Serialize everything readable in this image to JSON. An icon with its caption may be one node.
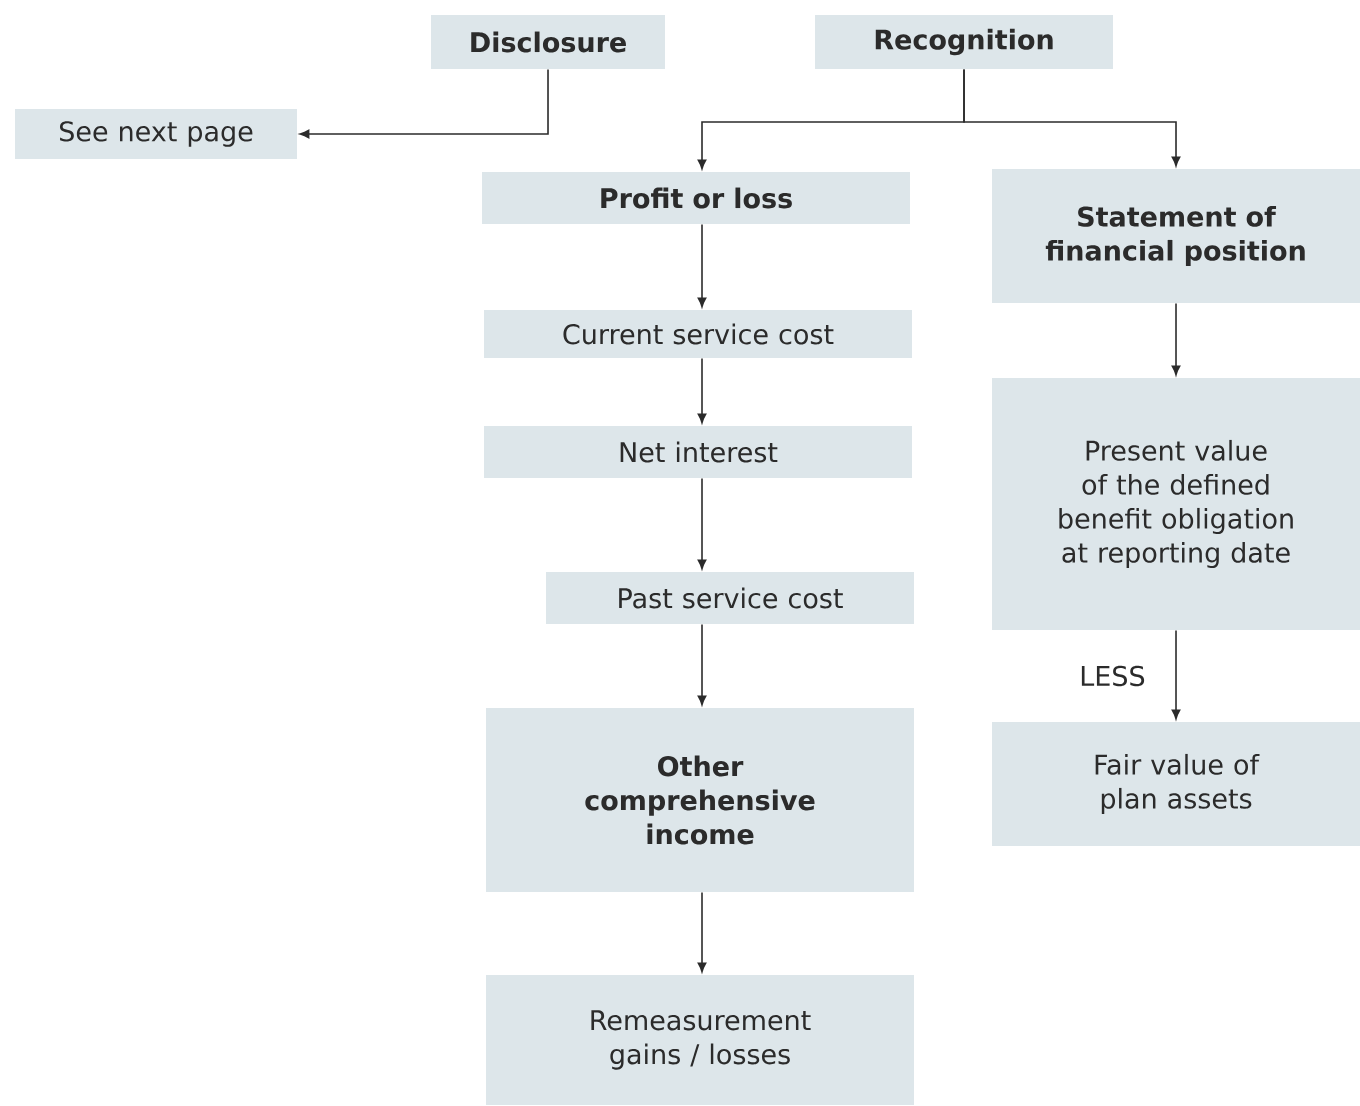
{
  "diagram": {
    "nodes": [
      {
        "text": [
          "Disclosure"
        ]
      },
      {
        "text": [
          "Recognition"
        ]
      },
      {
        "text": [
          "See next page"
        ]
      },
      {
        "text": [
          "Profit or loss"
        ]
      },
      {
        "text": [
          "Statement of financial position"
        ]
      },
      {
        "text": [
          "Current service cost"
        ]
      },
      {
        "text": [
          "Net interest"
        ]
      },
      {
        "text": [
          "Past service cost"
        ]
      },
      {
        "text": [
          "Other comprehensive income"
        ]
      },
      {
        "text": [
          "Remeasurement gains / losses"
        ]
      },
      {
        "text": [
          "Present value of the defined benefit obligation at reporting date"
        ]
      },
      {
        "text": [
          "Fair value of plan assets"
        ]
      }
    ],
    "edges": [
      {
        "from": 0,
        "to": 2,
        "arrow": "to"
      },
      {
        "from": 1,
        "to": 3,
        "arrow": "to"
      },
      {
        "from": 1,
        "to": 4,
        "arrow": "to"
      },
      {
        "from": 3,
        "to": 5,
        "arrow": "to"
      },
      {
        "from": 5,
        "to": 6,
        "arrow": "to"
      },
      {
        "from": 6,
        "to": 7,
        "arrow": "to"
      },
      {
        "from": 7,
        "to": 8,
        "arrow": "to"
      },
      {
        "from": 8,
        "to": 9,
        "arrow": "to"
      },
      {
        "from": 4,
        "to": 10,
        "arrow": "to"
      },
      {
        "from": 10,
        "to": 11,
        "arrow": "to",
        "label": "LESS"
      }
    ]
  }
}
